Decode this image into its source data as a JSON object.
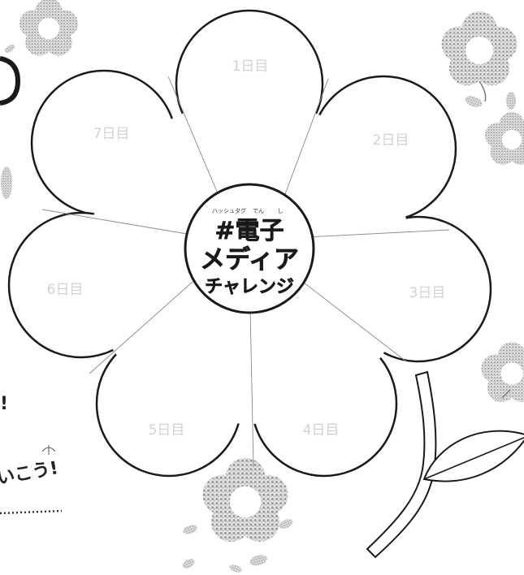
{
  "center": {
    "ruby_hashtag": "ハッシュタグ",
    "ruby_den": "でん",
    "ruby_shi": "し",
    "line1": "#電子",
    "line2": "メディア",
    "line3": "チャレンジ"
  },
  "petals": {
    "day1": "1日目",
    "day2": "2日目",
    "day3": "3日目",
    "day4": "4日目",
    "day5": "5日目",
    "day6": "6日目",
    "day7": "7日目"
  },
  "edge": {
    "exclaim": "!",
    "ikou": "いこう!"
  },
  "colors": {
    "outline": "#1a1a1a",
    "petal_text": "#d2d2d2",
    "deco_fill": "#bdbdbd"
  }
}
